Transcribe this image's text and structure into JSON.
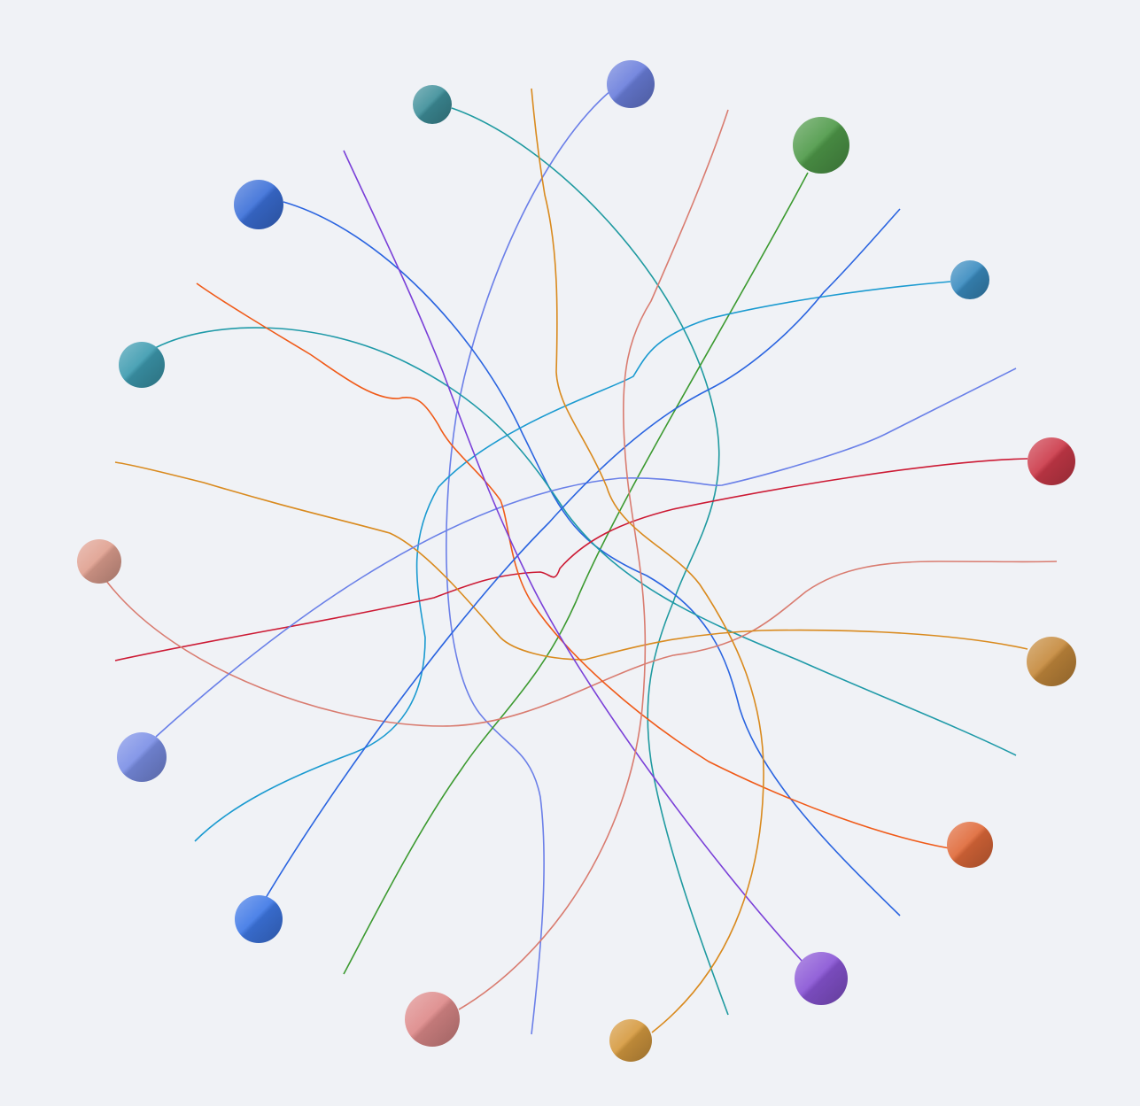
{
  "diagram": {
    "type": "chord-like network",
    "nodes": [
      {
        "id": "n0",
        "color": "#6b7fdc"
      },
      {
        "id": "n1",
        "color": "#3f8f9a"
      },
      {
        "id": "n2",
        "color": "#4f9a4a"
      },
      {
        "id": "n3",
        "color": "#3b6fd8"
      },
      {
        "id": "n4",
        "color": "#3a8cc0"
      },
      {
        "id": "n5",
        "color": "#3d9bb0"
      },
      {
        "id": "n6",
        "color": "#cc3a4a"
      },
      {
        "id": "n7",
        "color": "#e0a090"
      },
      {
        "id": "n8",
        "color": "#c58a3c"
      },
      {
        "id": "n9",
        "color": "#7b8fe6"
      },
      {
        "id": "n10",
        "color": "#e06a3a"
      },
      {
        "id": "n11",
        "color": "#3f78e6"
      },
      {
        "id": "n12",
        "color": "#8a55d6"
      },
      {
        "id": "n13",
        "color": "#dd8a8a"
      },
      {
        "id": "n14",
        "color": "#d69a40"
      }
    ],
    "edges": [
      {
        "from": "n0",
        "color": "#6b7fe8"
      },
      {
        "from": "n1",
        "color": "#1f9aa0"
      },
      {
        "from": "n2",
        "color": "#3c9a30"
      },
      {
        "from": "n3",
        "color": "#2a64e0"
      },
      {
        "from": "n4",
        "color": "#1a9ad0"
      },
      {
        "from": "n5",
        "color": "#1f9aa8"
      },
      {
        "from": "n6",
        "color": "#cc1a34"
      },
      {
        "from": "n7",
        "color": "#d97c70"
      },
      {
        "from": "n8",
        "color": "#d98a1e"
      },
      {
        "from": "n9",
        "color": "#6a80e8"
      },
      {
        "from": "n10",
        "color": "#f05a18"
      },
      {
        "from": "n11",
        "color": "#2a64e0"
      },
      {
        "from": "n12",
        "color": "#7a40d8"
      },
      {
        "from": "n13",
        "color": "#d97c70"
      },
      {
        "from": "n14",
        "color": "#d98a1e"
      }
    ]
  }
}
